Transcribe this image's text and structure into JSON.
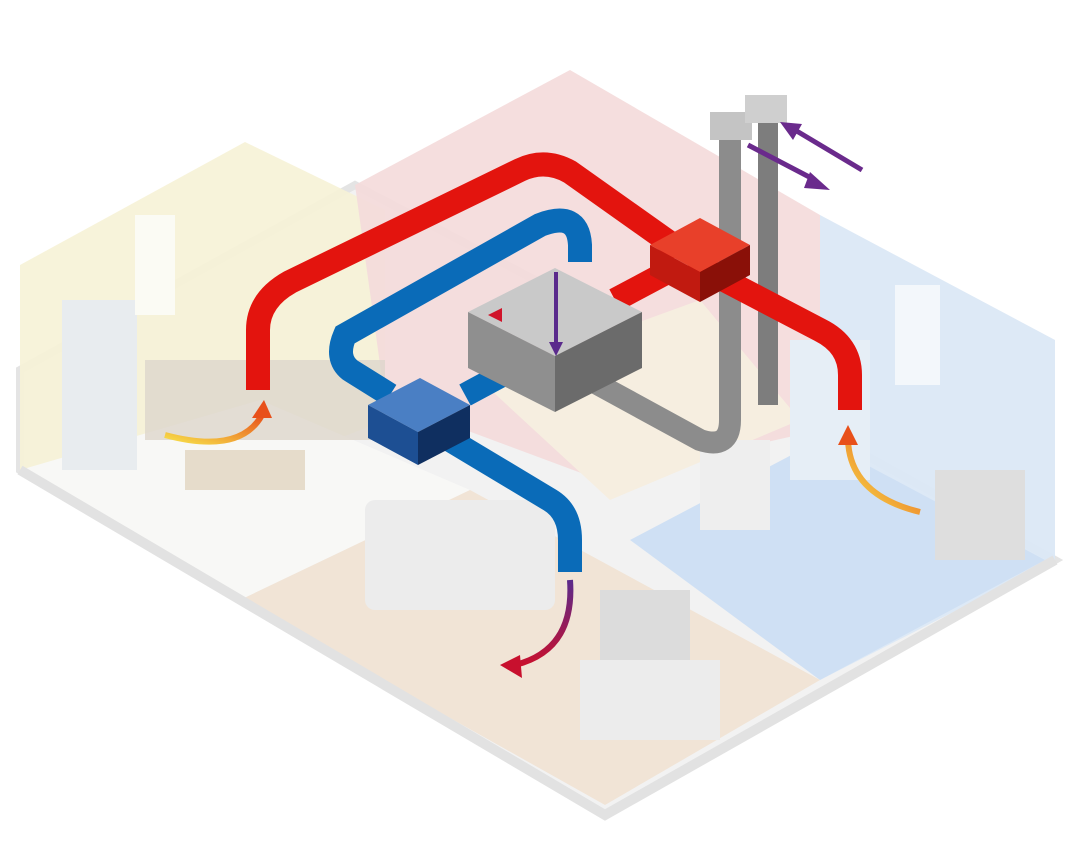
{
  "diagram": {
    "subject": "isometric-apartment-ventilation-heat-recovery",
    "colors": {
      "supply_duct": "#e3140e",
      "extract_duct": "#0a6bb8",
      "exhaust_duct": "#8c8c8c",
      "unit": "#bdbdbd",
      "supply_box": "#d92b1c",
      "extract_box": "#2a5ea8",
      "arrow_warm": "#f29a1a",
      "arrow_exhaust": "#6a2a8c",
      "kitchen_tint": "#f6f2d6",
      "bedroom_tint": "#f4dada",
      "bathroom_tint": "#dbe8f6",
      "living_tint": "#f1e4d6",
      "floor_edge": "#e4e4e4"
    },
    "icons": [
      "heat-recovery-unit",
      "supply-duct",
      "extract-duct",
      "exhaust-duct",
      "airflow-arrow",
      "roof-vent"
    ]
  }
}
